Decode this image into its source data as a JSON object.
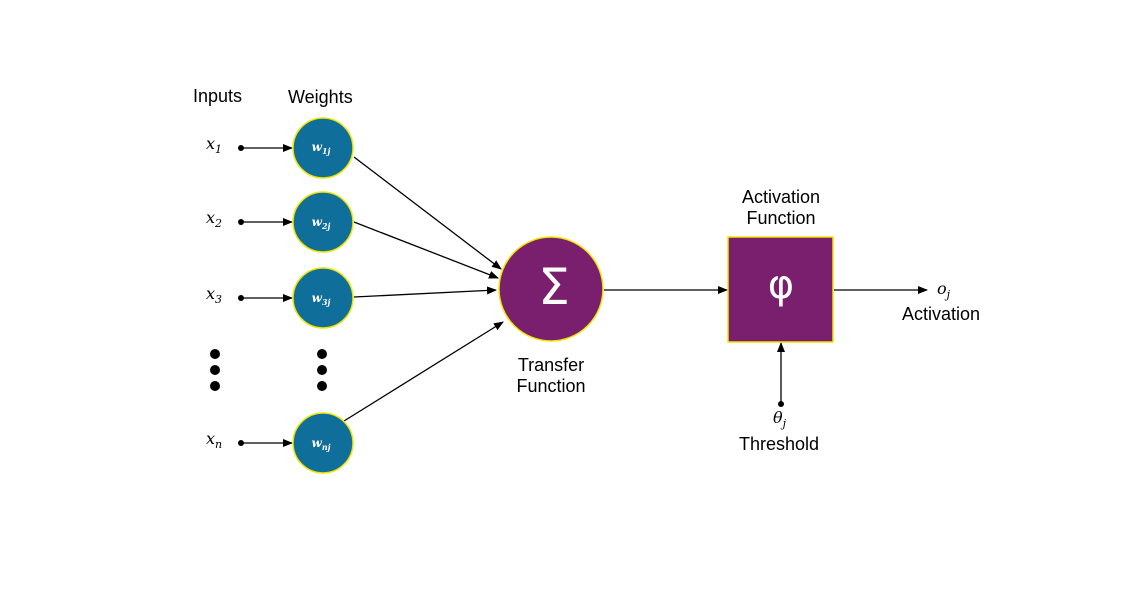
{
  "labels": {
    "inputs": "Inputs",
    "weights": "Weights",
    "transfer_line1": "Transfer",
    "transfer_line2": "Function",
    "activation_fn_line1": "Activation",
    "activation_fn_line2": "Function",
    "activation": "Activation",
    "threshold": "Threshold"
  },
  "inputs": [
    {
      "var": "x",
      "sub": "1"
    },
    {
      "var": "x",
      "sub": "2"
    },
    {
      "var": "x",
      "sub": "3"
    },
    {
      "var": "x",
      "sub": "n"
    }
  ],
  "weights": [
    {
      "var": "w",
      "sub": "1j"
    },
    {
      "var": "w",
      "sub": "2j"
    },
    {
      "var": "w",
      "sub": "3j"
    },
    {
      "var": "w",
      "sub": "nj"
    }
  ],
  "symbols": {
    "sum": "Σ",
    "phi": "φ",
    "output_var": "o",
    "output_sub": "j",
    "threshold_var": "θ",
    "threshold_sub": "j"
  },
  "colors": {
    "weight_fill": "#0f6e9a",
    "node_fill": "#7a1f6d",
    "outline": "#f2e600",
    "arrow": "#000000"
  }
}
